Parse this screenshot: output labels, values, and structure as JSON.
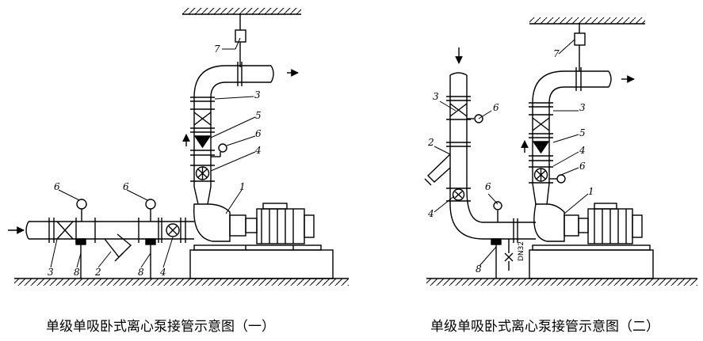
{
  "diagrams": [
    {
      "caption": "单级单吸卧式离心泵接管示意图（一）",
      "callouts": {
        "motor_pump": "1",
        "y_strainer": "2",
        "valve_top": "3",
        "valve_bottom": "3",
        "check_valve": "5",
        "gauge_vertical": "6",
        "gauge_left": "6",
        "gauge_mid": "6",
        "flex_joint_vertical": "4",
        "flex_joint_horizontal": "4",
        "hanger": "7",
        "support": "8"
      }
    },
    {
      "caption": "单级单吸卧式离心泵接管示意图（二）",
      "drain_label": "DN32",
      "callouts": {
        "motor_pump": "1",
        "y_strainer": "2",
        "valve_left": "3",
        "valve_right": "3",
        "check_valve": "5",
        "gauge_left_top": "6",
        "gauge_right": "6",
        "gauge_elbow": "6",
        "flex_joint_left": "4",
        "flex_joint_right": "4",
        "hanger": "7",
        "support": "8"
      }
    }
  ]
}
